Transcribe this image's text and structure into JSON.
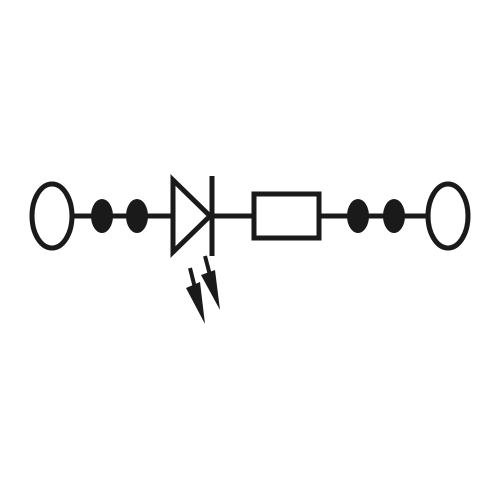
{
  "diagram": {
    "kind": "terminal-block-schematic-symbol",
    "components": [
      {
        "name": "terminal-left",
        "shape": "open-circle"
      },
      {
        "name": "connection-point",
        "shape": "filled-dot"
      },
      {
        "name": "connection-point",
        "shape": "filled-dot"
      },
      {
        "name": "led",
        "shape": "diode-with-light-arrows"
      },
      {
        "name": "resistor",
        "shape": "rectangle"
      },
      {
        "name": "connection-point",
        "shape": "filled-dot"
      },
      {
        "name": "connection-point",
        "shape": "filled-dot"
      },
      {
        "name": "terminal-right",
        "shape": "open-circle"
      }
    ],
    "colors": {
      "stroke": "#1a1a1a",
      "fill": "#1a1a1a",
      "background": "#ffffff"
    }
  }
}
